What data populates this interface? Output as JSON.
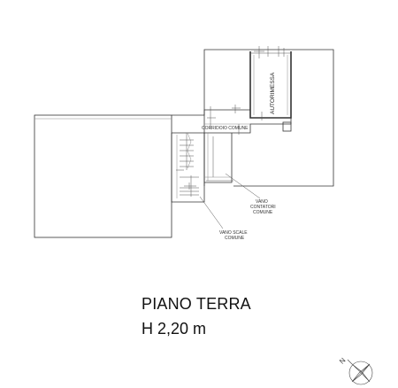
{
  "plan": {
    "labels": {
      "garage": "AUTORIMESSA",
      "corridor": "CORRIDOIO COMUNE",
      "meter_room_line1": "VANO",
      "meter_room_line2": "CONTATORI",
      "meter_room_line3": "COMUNE",
      "stair_room_line1": "VANO SCALE",
      "stair_room_line2": "COMUNE"
    },
    "compass": {
      "north": "N"
    }
  },
  "floor": {
    "name": "PIANO TERRA",
    "height": "H 2,20 m"
  }
}
